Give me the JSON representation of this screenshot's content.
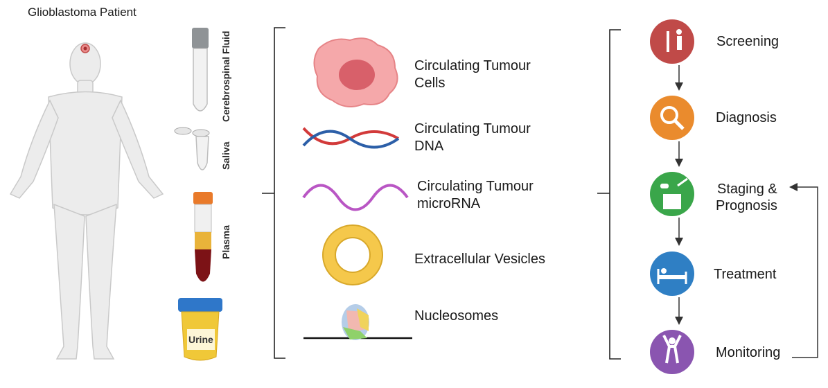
{
  "patient": {
    "title": "Glioblastoma Patient"
  },
  "samples": {
    "csf": "Cerebrospinal Fluid",
    "saliva": "Saliva",
    "plasma": "Plasma",
    "urine": "Urine"
  },
  "biomarkers": {
    "ctc_line1": "Circulating Tumour",
    "ctc_line2": "Cells",
    "ctdna_line1": "Circulating Tumour",
    "ctdna_line2": "DNA",
    "mirna_line1": "Circulating Tumour",
    "mirna_line2": "microRNA",
    "ev": "Extracellular Vesicles",
    "nuc": "Nucleosomes"
  },
  "workflow": {
    "screening": "Screening",
    "diagnosis": "Diagnosis",
    "staging_line1": "Staging &",
    "staging_line2": "Prognosis",
    "treatment": "Treatment",
    "monitoring": "Monitoring"
  },
  "colors": {
    "screening": "#c04a48",
    "diagnosis": "#ea8b2d",
    "staging": "#3aa64a",
    "treatment": "#2f7fc4",
    "monitoring": "#8a55b0"
  }
}
